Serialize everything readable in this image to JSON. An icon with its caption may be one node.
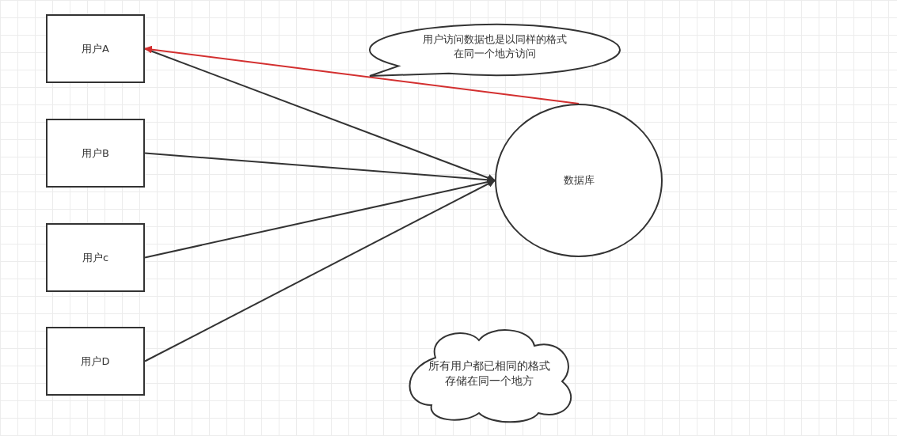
{
  "diagram": {
    "nodes": [
      {
        "text": [
          "用户A"
        ]
      },
      {
        "text": [
          "用户B"
        ]
      },
      {
        "text": [
          "用户c"
        ]
      },
      {
        "text": [
          "用户D"
        ]
      },
      {
        "text": [
          "数据库"
        ]
      },
      {
        "text": [
          "用户访问数据也是以同样的格式在同一个地方访问"
        ]
      },
      {
        "text": [
          "所有用户都已相同的格式存储在同一个地方"
        ]
      }
    ],
    "edges": [
      {
        "from": 0,
        "to": 4,
        "arrow": "to"
      },
      {
        "from": 1,
        "to": 4,
        "arrow": "to"
      },
      {
        "from": 2,
        "to": 4,
        "arrow": "to"
      },
      {
        "from": 3,
        "to": 4,
        "arrow": "to"
      },
      {
        "from": 4,
        "to": 0,
        "arrow": "to",
        "color": "#d32f2f"
      }
    ]
  }
}
